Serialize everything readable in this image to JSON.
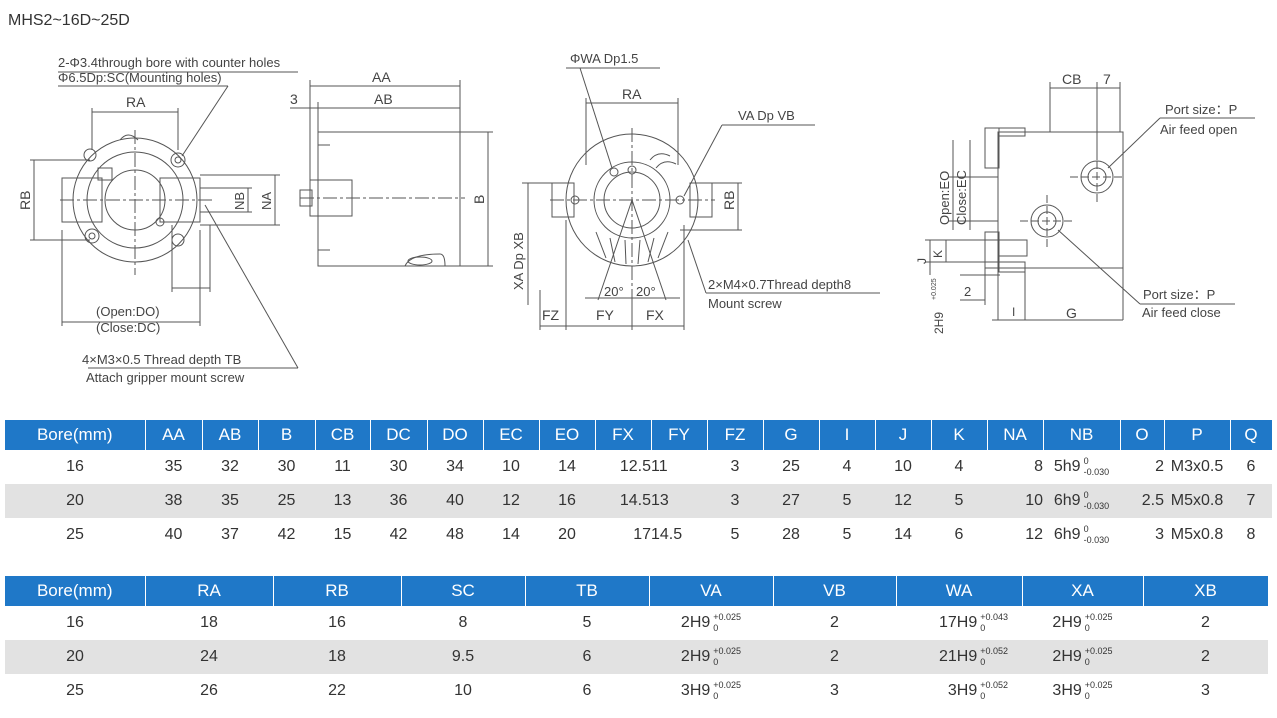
{
  "title": "MHS2~16D~25D",
  "drawing_labels": {
    "bore_note_1": "2-Φ3.4through bore with counter holes",
    "bore_note_2": "Φ6.5Dp:SC(Mounting holes)",
    "ra_1": "RA",
    "rb_1": "RB",
    "nb": "NB",
    "na": "NA",
    "open_do": "(Open:DO)",
    "close_dc": "(Close:DC)",
    "thread_note_1": "4×M3×0.5 Thread depth TB",
    "thread_note_2": "Attach gripper mount screw",
    "aa": "AA",
    "ab": "AB",
    "three": "3",
    "b": "B",
    "wa_note": "ΦWA Dp1.5",
    "ra_2": "RA",
    "va_note": "VA Dp VB",
    "xa_note": "XA Dp XB",
    "rb_2": "RB",
    "angle_1": "20°",
    "angle_2": "20°",
    "fz": "FZ",
    "fy": "FY",
    "fx": "FX",
    "mount_note_1": "2×M4×0.7Thread depth8",
    "mount_note_2": "Mount screw",
    "cb": "CB",
    "seven": "7",
    "port_open_1": "Port size：P",
    "port_open_2": "Air feed open",
    "open_eo": "Open:EO",
    "close_ec": "Close:EC",
    "j": "J",
    "k": "K",
    "two": "2",
    "i": "I",
    "g": "G",
    "port_close_1": "Port size：P",
    "port_close_2": "Air feed close",
    "h9": "2H9",
    "h9_tol": "+0.025"
  },
  "table1": {
    "headers": [
      "Bore(mm)",
      "AA",
      "AB",
      "B",
      "CB",
      "DC",
      "DO",
      "EC",
      "EO",
      "FX",
      "FY",
      "FZ",
      "G",
      "I",
      "J",
      "K",
      "NA",
      "NB",
      "O",
      "P",
      "Q"
    ],
    "rows": [
      {
        "bore": "16",
        "AA": "35",
        "AB": "32",
        "B": "30",
        "CB": "11",
        "DC": "30",
        "DO": "34",
        "EC": "10",
        "EO": "14",
        "FX": "12.5",
        "FY": "11",
        "FZ": "3",
        "G": "25",
        "I": "4",
        "J": "10",
        "K": "4",
        "NA": "8",
        "NB": "5h9",
        "NB_up": "0",
        "NB_lo": "-0.030",
        "O": "2",
        "P": "M3x0.5",
        "Q": "6"
      },
      {
        "bore": "20",
        "AA": "38",
        "AB": "35",
        "B": "25",
        "CB": "13",
        "DC": "36",
        "DO": "40",
        "EC": "12",
        "EO": "16",
        "FX": "14.5",
        "FY": "13",
        "FZ": "3",
        "G": "27",
        "I": "5",
        "J": "12",
        "K": "5",
        "NA": "10",
        "NB": "6h9",
        "NB_up": "0",
        "NB_lo": "-0.030",
        "O": "2.5",
        "P": "M5x0.8",
        "Q": "7"
      },
      {
        "bore": "25",
        "AA": "40",
        "AB": "37",
        "B": "42",
        "CB": "15",
        "DC": "42",
        "DO": "48",
        "EC": "14",
        "EO": "20",
        "FX": "17",
        "FY": "14.5",
        "FZ": "5",
        "G": "28",
        "I": "5",
        "J": "14",
        "K": "6",
        "NA": "12",
        "NB": "6h9",
        "NB_up": "0",
        "NB_lo": "-0.030",
        "O": "3",
        "P": "M5x0.8",
        "Q": "8"
      }
    ]
  },
  "table2": {
    "headers": [
      "Bore(mm)",
      "RA",
      "RB",
      "SC",
      "TB",
      "VA",
      "VB",
      "WA",
      "XA",
      "XB"
    ],
    "rows": [
      {
        "bore": "16",
        "RA": "18",
        "RB": "16",
        "SC": "8",
        "TB": "5",
        "VA": "2H9",
        "VA_up": "+0.025",
        "VA_lo": "0",
        "VB": "2",
        "WA": "17H9",
        "WA_up": "+0.043",
        "WA_lo": "0",
        "XA": "2H9",
        "XA_up": "+0.025",
        "XA_lo": "0",
        "XB": "2"
      },
      {
        "bore": "20",
        "RA": "24",
        "RB": "18",
        "SC": "9.5",
        "TB": "6",
        "VA": "2H9",
        "VA_up": "+0.025",
        "VA_lo": "0",
        "VB": "2",
        "WA": "21H9",
        "WA_up": "+0.052",
        "WA_lo": "0",
        "XA": "2H9",
        "XA_up": "+0.025",
        "XA_lo": "0",
        "XB": "2"
      },
      {
        "bore": "25",
        "RA": "26",
        "RB": "22",
        "SC": "10",
        "TB": "6",
        "VA": "3H9",
        "VA_up": "+0.025",
        "VA_lo": "0",
        "VB": "3",
        "WA": "3H9",
        "WA_up": "+0.052",
        "WA_lo": "0",
        "XA": "3H9",
        "XA_up": "+0.025",
        "XA_lo": "0",
        "XB": "3"
      }
    ]
  },
  "colors": {
    "header_bg": "#1f78c8",
    "header_text": "#ffffff",
    "alt_row": "#e2e2e2",
    "line": "#555555"
  }
}
